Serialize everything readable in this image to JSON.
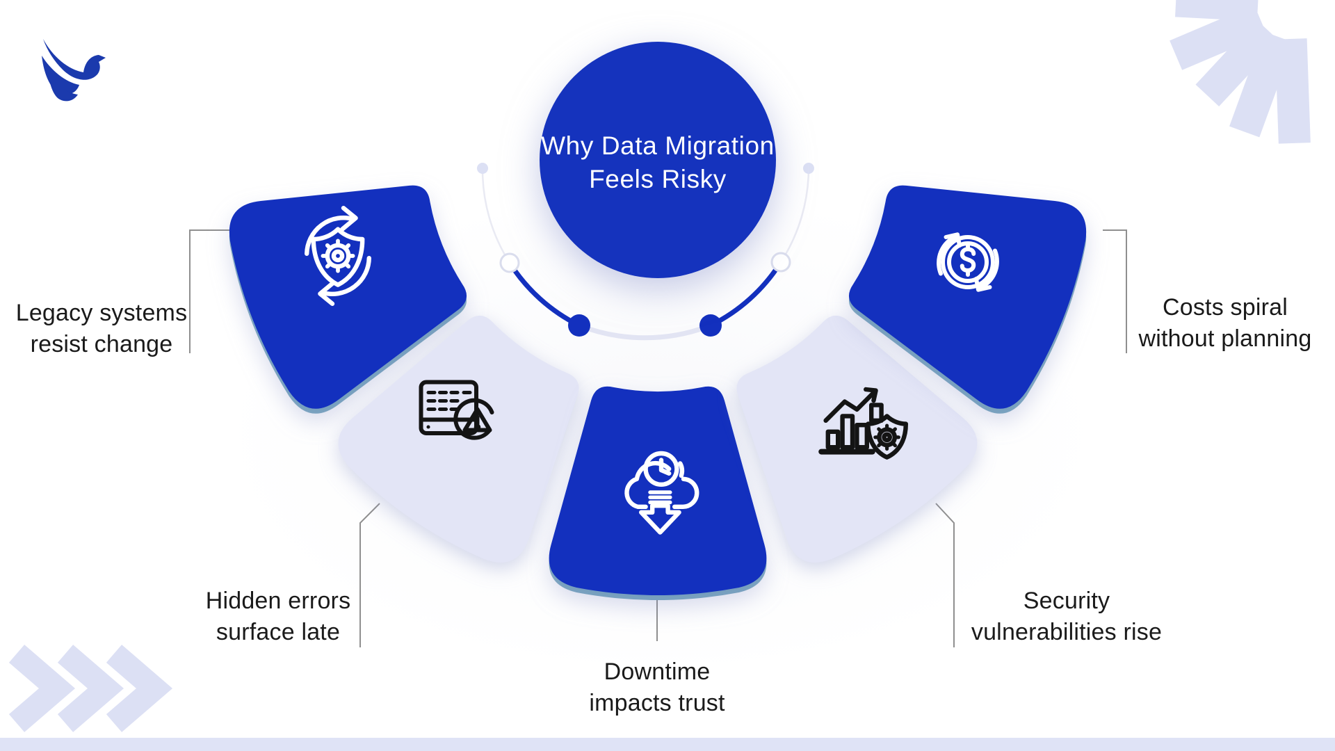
{
  "center": {
    "title": "Why Data Migration\nFeels Risky"
  },
  "petals": [
    {
      "label": "Legacy systems\nresist change",
      "icon": "sync-shield-icon",
      "variant": "blue"
    },
    {
      "label": "Hidden errors\nsurface late",
      "icon": "table-warning-icon",
      "variant": "light"
    },
    {
      "label": "Downtime\nimpacts trust",
      "icon": "cloud-download-clock-icon",
      "variant": "blue"
    },
    {
      "label": "Security\nvulnerabilities rise",
      "icon": "chart-shield-icon",
      "variant": "light"
    },
    {
      "label": "Costs spiral\nwithout planning",
      "icon": "dollar-sync-icon",
      "variant": "blue"
    }
  ],
  "colors": {
    "primary_blue": "#1330BE",
    "circle_blue": "#1533BD",
    "lavender": "#E3E5F6",
    "decoration_lavender": "#DCE0F4",
    "bottom_bar": "#DFE3F6",
    "connector_gray": "#8F8F8F",
    "arc_faint": "#E9EAF3",
    "arc_light": "#E2E4F3",
    "label_text": "#1A1A1A",
    "title_text": "#FFFFFF",
    "logo_blue": "#1B3AAD",
    "icon_on_blue": "#FFFFFF",
    "icon_on_light": "#141414"
  }
}
